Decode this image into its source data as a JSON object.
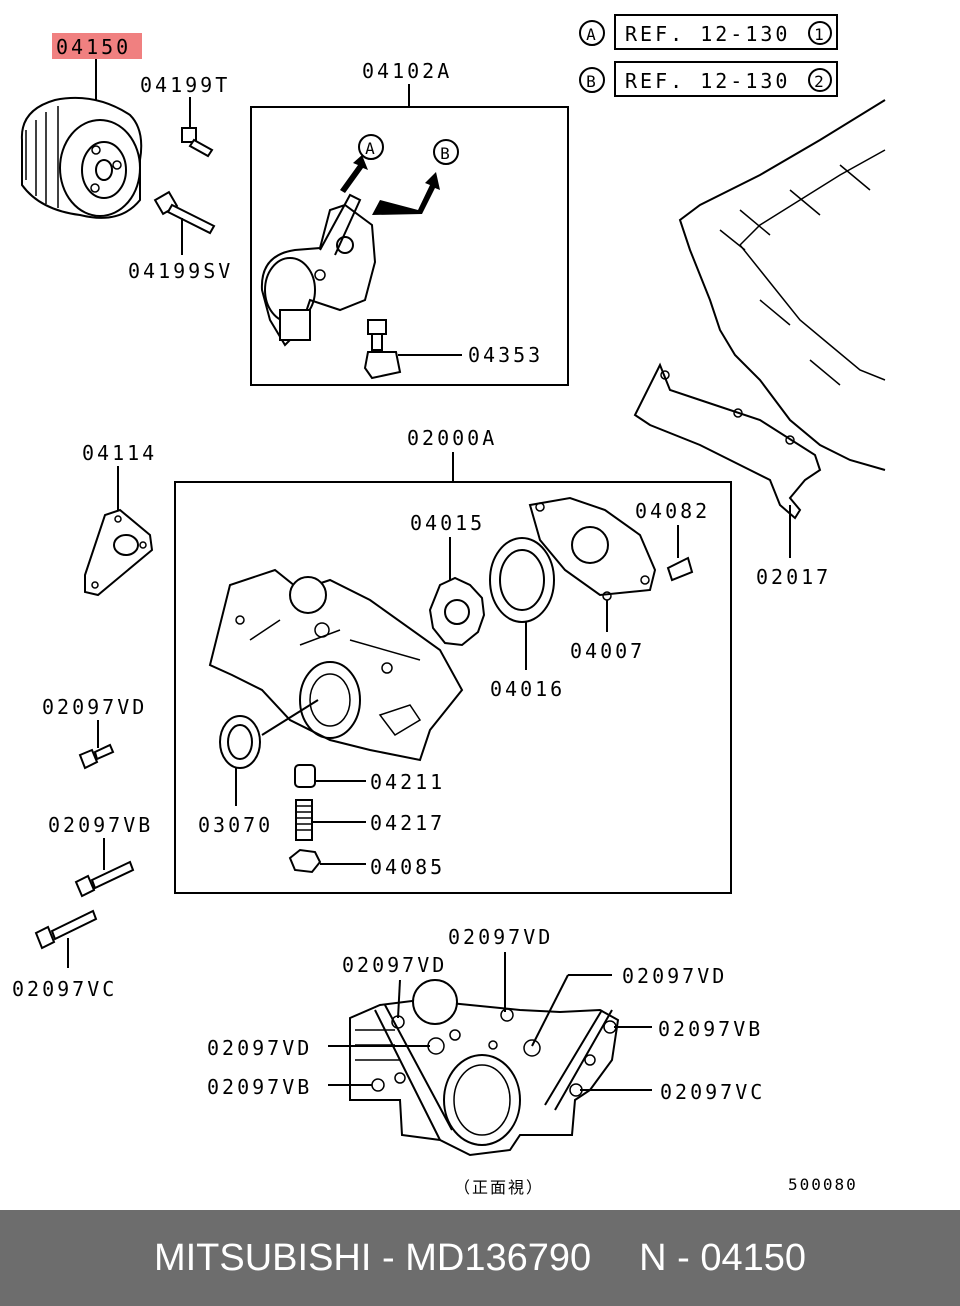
{
  "refs": [
    {
      "marker": "A",
      "text": "REF. 12-130",
      "num": "1"
    },
    {
      "marker": "B",
      "text": "REF. 12-130",
      "num": "2"
    }
  ],
  "labels": {
    "p04150": "04150",
    "p04199T": "04199T",
    "p04199SV": "04199SV",
    "p04102A": "04102A",
    "arrowA": "A",
    "arrowB": "B",
    "p04353": "04353",
    "p04114": "04114",
    "p02000A": "02000A",
    "p04015": "04015",
    "p04082": "04082",
    "p02017": "02017",
    "p04007": "04007",
    "p04016": "04016",
    "p02097VD_a": "02097VD",
    "p04211": "04211",
    "p03070": "03070",
    "p04217": "04217",
    "p02097VB_a": "02097VB",
    "p04085": "04085",
    "p02097VC_a": "02097VC",
    "p02097VD_b": "02097VD",
    "p02097VD_c": "02097VD",
    "p02097VD_d": "02097VD",
    "p02097VB_b": "02097VB",
    "p02097VD_e": "02097VD",
    "p02097VB_c": "02097VB",
    "p02097VC_b": "02097VC",
    "front_view": "（正面視）",
    "diagram_code": "500080"
  },
  "highlight_color": "#f08080",
  "footer": {
    "brand": "MITSUBISHI",
    "sep1": " - ",
    "part_number": "MD136790",
    "position": "N - 04150"
  }
}
